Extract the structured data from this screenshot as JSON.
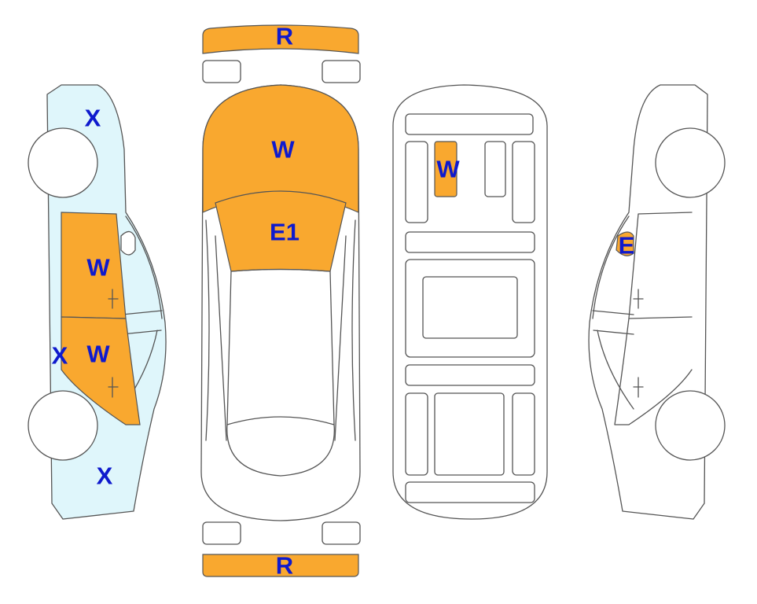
{
  "colors": {
    "damage_fill": "#F9A82F",
    "scratch_fill": "#DFF6FB",
    "code_text": "#0F1ACD",
    "outline": "#555555"
  },
  "marks": {
    "rear_bumper": "R",
    "hood": "W",
    "windshield": "E1",
    "roof": "W",
    "left_rear_fender": "X",
    "left_rear_door": "W",
    "left_panel_edge": "X",
    "left_front_door": "W",
    "left_front_fender": "X",
    "right_front_glass": "E",
    "front_bumper": "R"
  }
}
